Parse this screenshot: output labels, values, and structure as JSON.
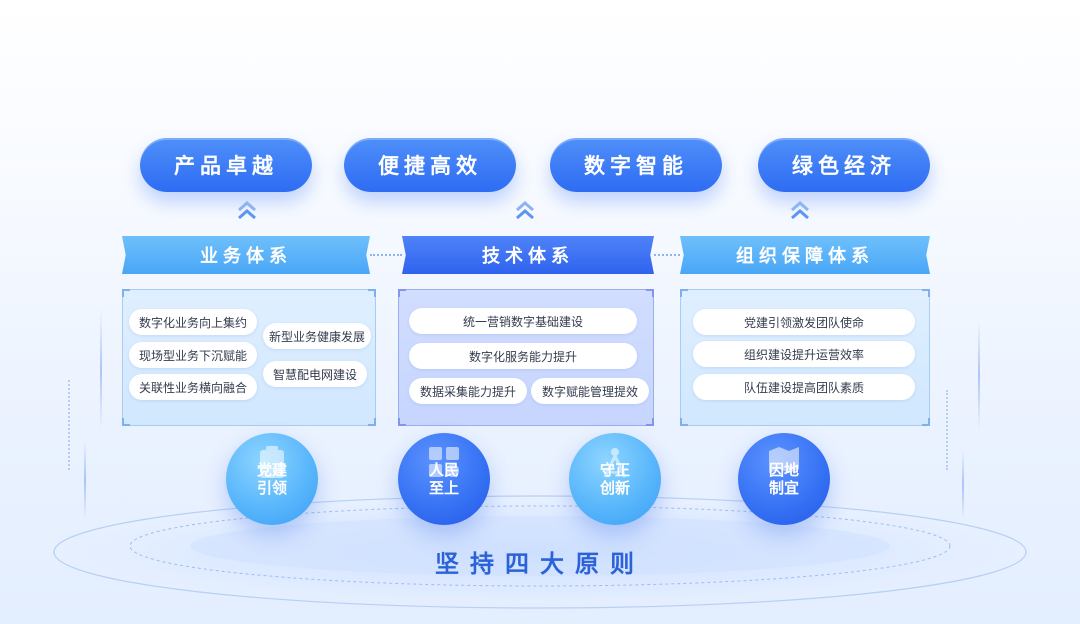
{
  "goals": [
    "产品卓越",
    "便捷高效",
    "数字智能",
    "绿色经济"
  ],
  "systems": [
    {
      "title": "业务体系",
      "items": [
        "数字化业务向上集约",
        "现场型业务下沉赋能",
        "关联性业务横向融合",
        "新型业务健康发展",
        "智慧配电网建设"
      ]
    },
    {
      "title": "技术体系",
      "items": [
        "统一营销数字基础建设",
        "数字化服务能力提升",
        "数据采集能力提升",
        "数字赋能管理提效"
      ]
    },
    {
      "title": "组织保障体系",
      "items": [
        "党建引领激发团队使命",
        "组织建设提升运营效率",
        "队伍建设提高团队素质"
      ]
    }
  ],
  "principles": [
    {
      "line1": "党建",
      "line2": "引领",
      "icon": "clipboard-icon"
    },
    {
      "line1": "人民",
      "line2": "至上",
      "icon": "people-grid-icon"
    },
    {
      "line1": "守正",
      "line2": "创新",
      "icon": "compass-icon"
    },
    {
      "line1": "因地",
      "line2": "制宜",
      "icon": "map-icon"
    }
  ],
  "bottom_title": "坚持四大原则",
  "colors": {
    "primary_blue": "#2e6cf3",
    "light_blue": "#48a6f6",
    "title_blue": "#2c62d8"
  }
}
